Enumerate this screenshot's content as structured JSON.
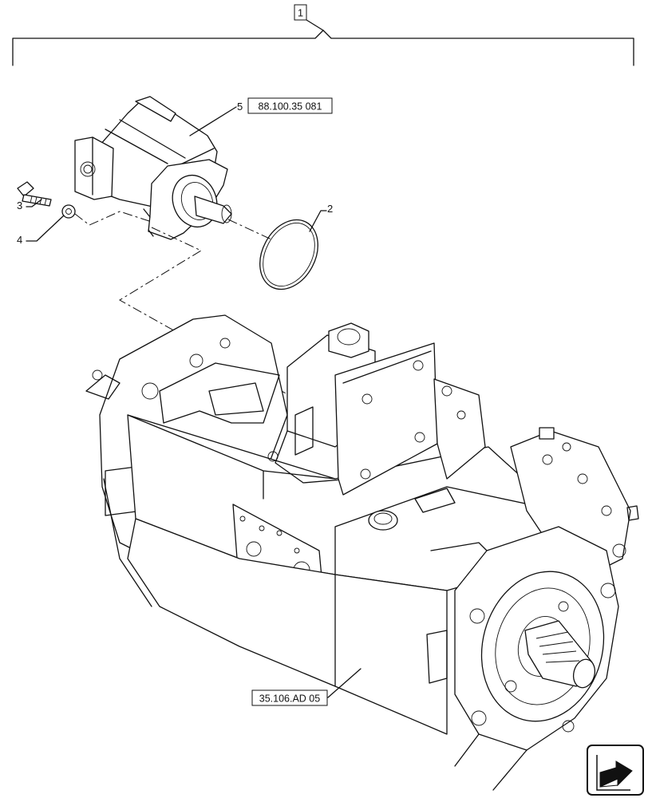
{
  "assembly_callout": "1",
  "items": [
    {
      "number": "2"
    },
    {
      "number": "3"
    },
    {
      "number": "4"
    },
    {
      "number": "5",
      "reference": "88.100.35 081"
    }
  ],
  "main_pump_reference": "35.106.AD 05",
  "nav_icon": "next-page-arrow-icon"
}
